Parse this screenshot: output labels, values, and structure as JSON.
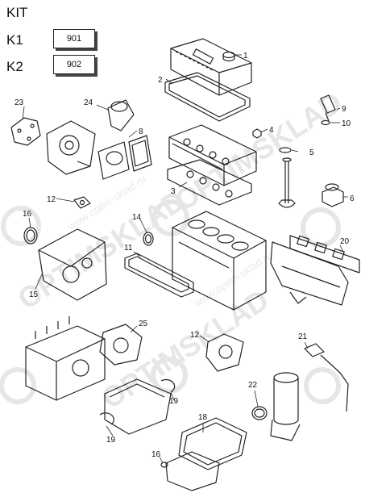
{
  "header": {
    "title": "KIT",
    "kits": [
      {
        "label": "K1",
        "code": "901"
      },
      {
        "label": "K2",
        "code": "902"
      }
    ]
  },
  "watermark": {
    "brand": "OPTIMSKLAD",
    "site": "www.optim-sklad.ru"
  },
  "callouts": {
    "n1": "1",
    "n2": "2",
    "n3": "3",
    "n4": "4",
    "n5": "5",
    "n6": "6",
    "n8": "8",
    "n9": "9",
    "n10": "10",
    "n11": "11",
    "n12a": "12",
    "n12b": "12",
    "n14": "14",
    "n15": "15",
    "n16a": "16",
    "n16b": "16",
    "n18": "18",
    "n19a": "19",
    "n19b": "19",
    "n20": "20",
    "n21": "21",
    "n22": "22",
    "n23": "23",
    "n24": "24",
    "n25": "25"
  }
}
